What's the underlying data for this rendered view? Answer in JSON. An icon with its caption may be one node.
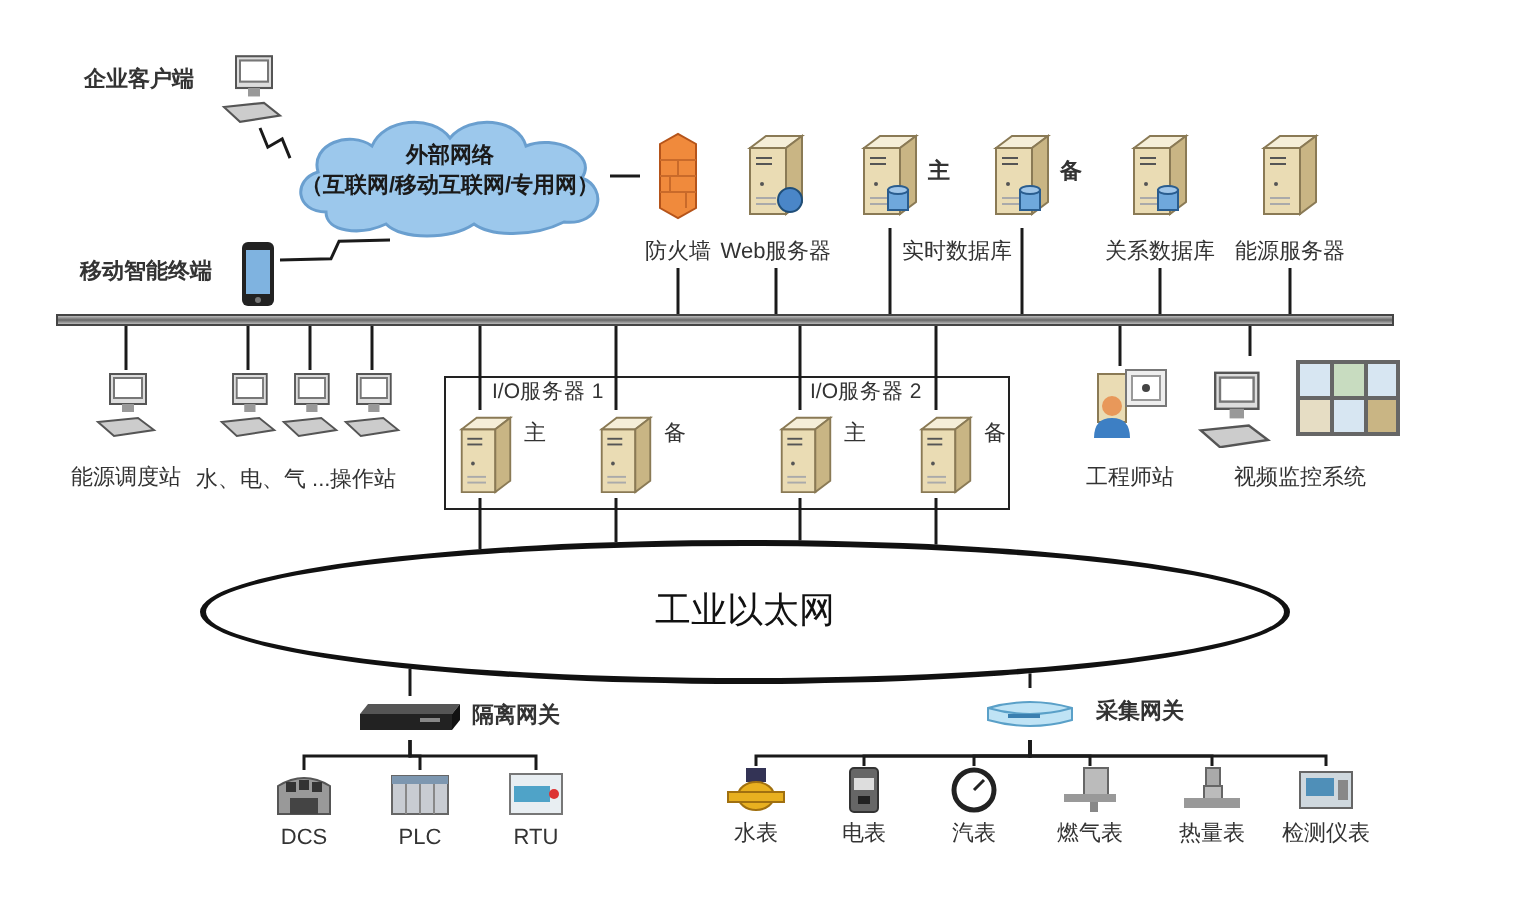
{
  "diagram": {
    "nodes": [
      {
        "text": [
          "企业客户端"
        ]
      },
      {
        "text": [
          "外部网络",
          "（互联网/移动互联网/专用网）"
        ]
      },
      {
        "text": [
          "移动智能终端"
        ]
      },
      {
        "text": [
          "防火墙"
        ]
      },
      {
        "text": [
          "Web服务器"
        ]
      },
      {
        "text": [
          "主"
        ]
      },
      {
        "text": [
          "备"
        ]
      },
      {
        "text": [
          "关系数据库"
        ]
      },
      {
        "text": [
          "能源服务器"
        ]
      },
      {
        "text": [],
        "shape": "bar"
      },
      {
        "text": [
          "能源调度站"
        ]
      },
      {
        "text": [],
        "shape": "picture"
      },
      {
        "text": [],
        "shape": "picture"
      },
      {
        "text": [],
        "shape": "picture"
      },
      {
        "text": [],
        "shape": "box"
      },
      {
        "text": [
          "主"
        ],
        "in": 14
      },
      {
        "text": [
          "备"
        ],
        "in": 14
      },
      {
        "text": [
          "主"
        ],
        "in": 14
      },
      {
        "text": [
          "备"
        ],
        "in": 14
      },
      {
        "text": [
          "工程师站"
        ]
      },
      {
        "text": [
          "视频监控系统"
        ]
      },
      {
        "text": [
          "工业以太网"
        ]
      },
      {
        "text": [
          "隔离网关"
        ]
      },
      {
        "text": [
          "DCS"
        ]
      },
      {
        "text": [
          "PLC"
        ]
      },
      {
        "text": [
          "RTU"
        ]
      },
      {
        "text": [
          "采集网关"
        ]
      },
      {
        "text": [
          "水表"
        ]
      },
      {
        "text": [
          "电表"
        ]
      },
      {
        "text": [
          "汽表"
        ]
      },
      {
        "text": [
          "燃气表"
        ]
      },
      {
        "text": [
          "热量表"
        ]
      },
      {
        "text": [
          "检测仪表"
        ]
      }
    ],
    "edges": [
      {
        "from": 0,
        "to": 1,
        "arrow": "none"
      },
      {
        "from": 2,
        "to": 1,
        "arrow": "none"
      },
      {
        "from": 1,
        "to": 3,
        "arrow": "none"
      },
      {
        "from": 3,
        "to": 9,
        "arrow": "none"
      },
      {
        "from": 4,
        "to": 9,
        "arrow": "none"
      },
      {
        "from": 5,
        "to": 9,
        "arrow": "none"
      },
      {
        "from": 6,
        "to": 9,
        "arrow": "none"
      },
      {
        "from": 7,
        "to": 9,
        "arrow": "none"
      },
      {
        "from": 8,
        "to": 9,
        "arrow": "none"
      },
      {
        "from": 9,
        "to": 10,
        "arrow": "none"
      },
      {
        "from": 9,
        "to": 11,
        "arrow": "none"
      },
      {
        "from": 9,
        "to": 12,
        "arrow": "none"
      },
      {
        "from": 9,
        "to": 13,
        "arrow": "none"
      },
      {
        "from": 9,
        "to": 15,
        "arrow": "none"
      },
      {
        "from": 9,
        "to": 16,
        "arrow": "none"
      },
      {
        "from": 9,
        "to": 17,
        "arrow": "none"
      },
      {
        "from": 9,
        "to": 18,
        "arrow": "none"
      },
      {
        "from": 9,
        "to": 19,
        "arrow": "none"
      },
      {
        "from": 9,
        "to": 20,
        "arrow": "none"
      },
      {
        "from": 15,
        "to": 21,
        "arrow": "none"
      },
      {
        "from": 16,
        "to": 21,
        "arrow": "none"
      },
      {
        "from": 17,
        "to": 21,
        "arrow": "none"
      },
      {
        "from": 18,
        "to": 21,
        "arrow": "none"
      },
      {
        "from": 21,
        "to": 22,
        "arrow": "none"
      },
      {
        "from": 22,
        "to": 23,
        "arrow": "none"
      },
      {
        "from": 22,
        "to": 24,
        "arrow": "none"
      },
      {
        "from": 22,
        "to": 25,
        "arrow": "none"
      },
      {
        "from": 21,
        "to": 26,
        "arrow": "none"
      },
      {
        "from": 26,
        "to": 27,
        "arrow": "none"
      },
      {
        "from": 26,
        "to": 28,
        "arrow": "none"
      },
      {
        "from": 26,
        "to": 29,
        "arrow": "none"
      },
      {
        "from": 26,
        "to": 30,
        "arrow": "none"
      },
      {
        "from": 26,
        "to": 31,
        "arrow": "none"
      },
      {
        "from": 26,
        "to": 32,
        "arrow": "none"
      }
    ],
    "labels": [
      "实时数据库",
      "水、电、气 ...操作站",
      "I/O服务器 1",
      "I/O服务器 2"
    ]
  }
}
